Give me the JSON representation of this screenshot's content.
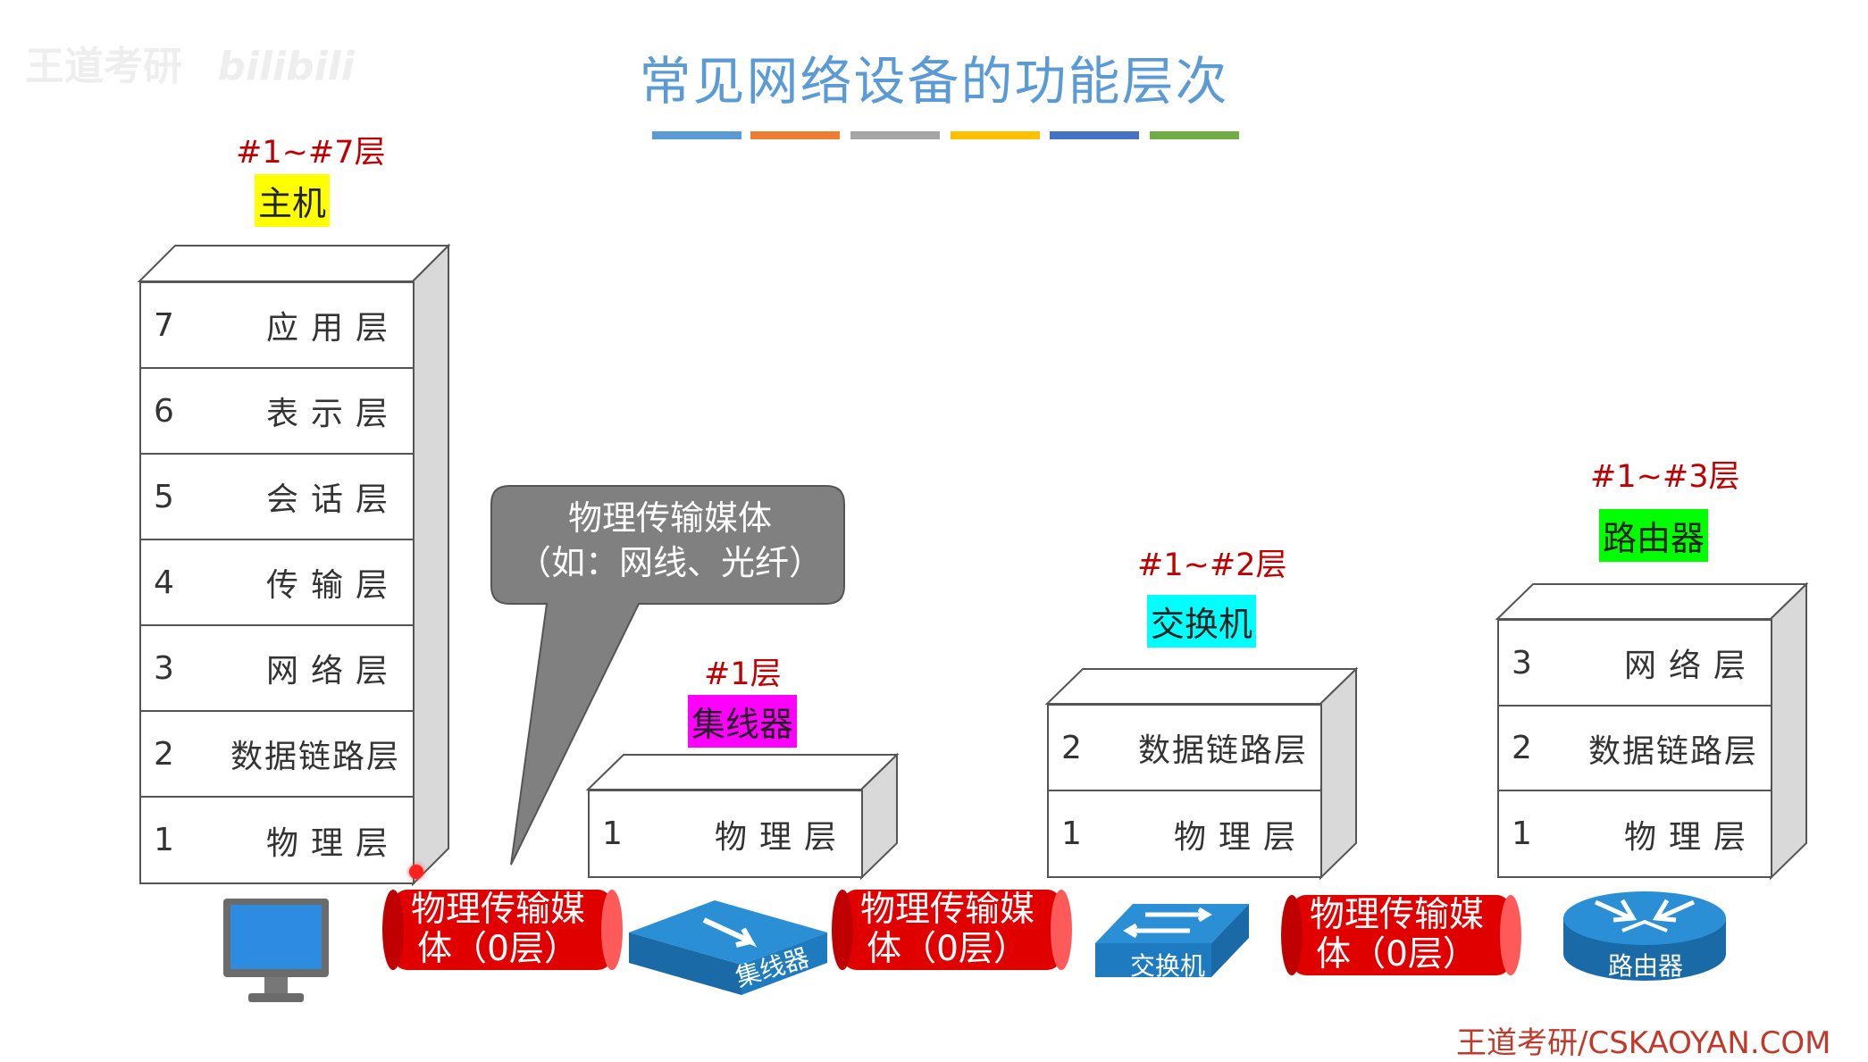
{
  "title": "常见网络设备的功能层次",
  "watermark": {
    "left": "王道考研",
    "bilibili": "bilibili"
  },
  "footer": "王道考研/CSKAOYAN.COM",
  "colors": {
    "title": "#5b9bd5",
    "red_label": "#c00000",
    "medium": "#e00000",
    "hub_bg": "#ff00ff",
    "switch_bg": "#00ffff",
    "router_bg": "#00ff00",
    "host_bg": "#ffff00",
    "device_blue": "#1f7bbf"
  },
  "color_bars": [
    "#5b9bd5",
    "#ed7d31",
    "#a5a5a5",
    "#ffc000",
    "#4472c4",
    "#70ad47"
  ],
  "callout": {
    "line1": "物理传输媒体",
    "line2": "（如：网线、光纤）"
  },
  "host": {
    "range": "#1~#7层",
    "name": "主机",
    "layers": [
      {
        "num": "7",
        "name": "应用层"
      },
      {
        "num": "6",
        "name": "表示层"
      },
      {
        "num": "5",
        "name": "会话层"
      },
      {
        "num": "4",
        "name": "传输层"
      },
      {
        "num": "3",
        "name": "网络层"
      },
      {
        "num": "2",
        "name": "数据链路层"
      },
      {
        "num": "1",
        "name": "物理层"
      }
    ],
    "icon": "computer-monitor-icon"
  },
  "hub": {
    "range": "#1层",
    "name": "集线器",
    "layers": [
      {
        "num": "1",
        "name": "物理层"
      }
    ],
    "icon_label": "集线器"
  },
  "switch": {
    "range": "#1~#2层",
    "name": "交换机",
    "layers": [
      {
        "num": "2",
        "name": "数据链路层"
      },
      {
        "num": "1",
        "name": "物理层"
      }
    ],
    "icon_label": "交换机"
  },
  "router": {
    "range": "#1~#3层",
    "name": "路由器",
    "layers": [
      {
        "num": "3",
        "name": "网络层"
      },
      {
        "num": "2",
        "name": "数据链路层"
      },
      {
        "num": "1",
        "name": "物理层"
      }
    ],
    "icon_label": "路由器"
  },
  "media": [
    {
      "line1": "物理传输媒",
      "line2": "体（0层）"
    },
    {
      "line1": "物理传输媒",
      "line2": "体（0层）"
    },
    {
      "line1": "物理传输媒",
      "line2": "体（0层）"
    }
  ]
}
